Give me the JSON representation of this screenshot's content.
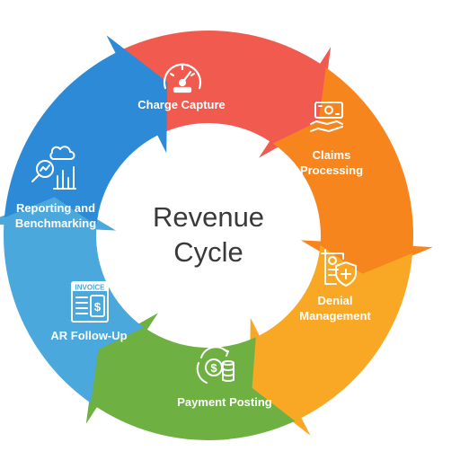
{
  "diagram": {
    "center_title_line1": "Revenue",
    "center_title_line2": "Cycle",
    "stages": [
      {
        "id": "charge-capture",
        "label_lines": [
          "Charge Capture"
        ],
        "color": "#f05a4f",
        "icon": "speedometer-icon"
      },
      {
        "id": "claims-processing",
        "label_lines": [
          "Claims",
          "Processing"
        ],
        "color": "#f7851e",
        "icon": "cash-in-hand-icon"
      },
      {
        "id": "denial-management",
        "label_lines": [
          "Denial",
          "Management"
        ],
        "color": "#f9a825",
        "icon": "medical-document-shield-icon"
      },
      {
        "id": "payment-posting",
        "label_lines": [
          "Payment Posting"
        ],
        "color": "#6fb043",
        "icon": "dollar-coins-cycle-icon"
      },
      {
        "id": "ar-follow-up",
        "label_lines": [
          "AR Follow-Up"
        ],
        "color": "#4aa8dc",
        "icon": "invoice-icon"
      },
      {
        "id": "reporting-benchmarking",
        "label_lines": [
          "Reporting and",
          "Benchmarking"
        ],
        "color": "#2d8ad6",
        "icon": "analytics-chart-magnifier-icon"
      }
    ],
    "invoice_icon_text": "INVOICE"
  }
}
